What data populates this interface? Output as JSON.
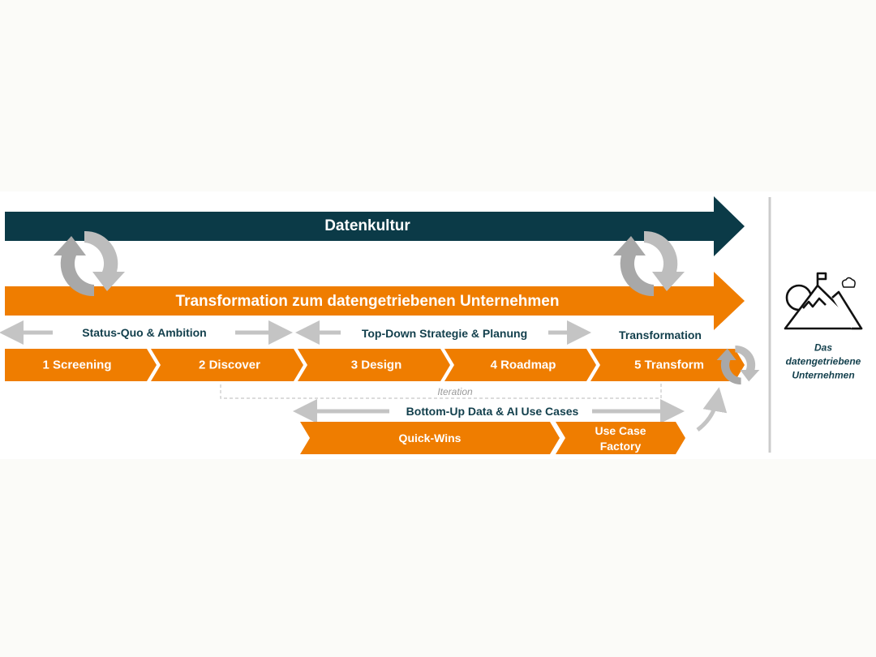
{
  "bars": {
    "culture": "Datenkultur",
    "transformation": "Transformation zum datengetriebenen Unternehmen"
  },
  "phase_labels": {
    "status_quo": "Status-Quo & Ambition",
    "top_down": "Top-Down Strategie & Planung",
    "transformation": "Transformation"
  },
  "steps": [
    "1 Screening",
    "2 Discover",
    "3 Design",
    "4 Roadmap",
    "5 Transform"
  ],
  "iteration_label": "Iteration",
  "bottom_up": {
    "label": "Bottom-Up Data & AI Use Cases",
    "steps": [
      "Quick-Wins",
      "Use Case",
      "Factory"
    ]
  },
  "goal": {
    "icon": "mountain-flag-icon",
    "lines": [
      "Das",
      "datengetriebene",
      "Unternehmen"
    ]
  },
  "colors": {
    "dark": "#0b3a47",
    "orange": "#ef7d00",
    "gray": "#c4c4c4"
  }
}
